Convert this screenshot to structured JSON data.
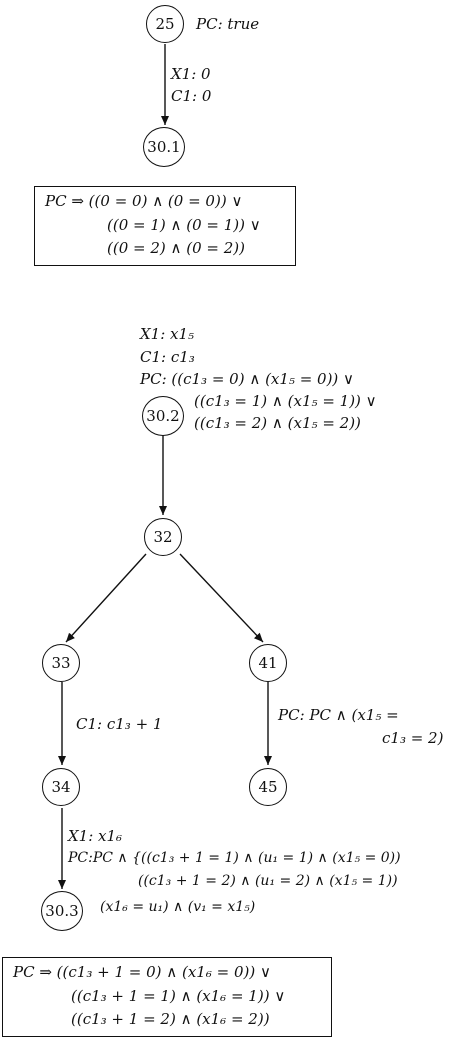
{
  "nodes": {
    "n25": "25",
    "n30_1": "30.1",
    "n30_2": "30.2",
    "n32": "32",
    "n33": "33",
    "n41": "41",
    "n34": "34",
    "n45": "45",
    "n30_3": "30.3"
  },
  "labels": {
    "pc_true": "PC: true",
    "edge_25_x1": "X1: 0",
    "edge_25_c1": "C1: 0",
    "box1_line1": "PC ⇒ ((0 = 0) ∧ (0 = 0)) ∨",
    "box1_line2": "((0 = 1) ∧ (0 = 1)) ∨",
    "box1_line3": "((0 = 2) ∧ (0 = 2))",
    "n302_x1": "X1: x1₅",
    "n302_c1": "C1: c1₃",
    "n302_pc1": "PC: ((c1₃ = 0) ∧ (x1₅ = 0)) ∨",
    "n302_pc2": "((c1₃ = 1) ∧ (x1₅ = 1)) ∨",
    "n302_pc3": "((c1₃ = 2) ∧ (x1₅ = 2))",
    "edge_33_34": "C1: c1₃ + 1",
    "edge_41_45_1": "PC: PC ∧ (x1₅ =",
    "edge_41_45_2": "c1₃ = 2)",
    "edge_34_x1": "X1: x1₆",
    "edge_34_pc1": "PC:PC ∧ {((c1₃ + 1 = 1) ∧ (u₁ = 1) ∧ (x1₅ = 0))",
    "edge_34_pc2": "((c1₃ + 1 = 2) ∧ (u₁ = 2) ∧ (x1₅ = 1))",
    "edge_34_pc3": "(x1₆ = u₁) ∧ (v₁ = x1₅)",
    "box2_line1": "PC ⇒ ((c1₃ + 1 = 0) ∧ (x1₆ = 0)) ∨",
    "box2_line2": "((c1₃ + 1 = 1) ∧ (x1₆ = 1)) ∨",
    "box2_line3": "((c1₃ + 1 = 2) ∧ (x1₆ = 2))"
  }
}
